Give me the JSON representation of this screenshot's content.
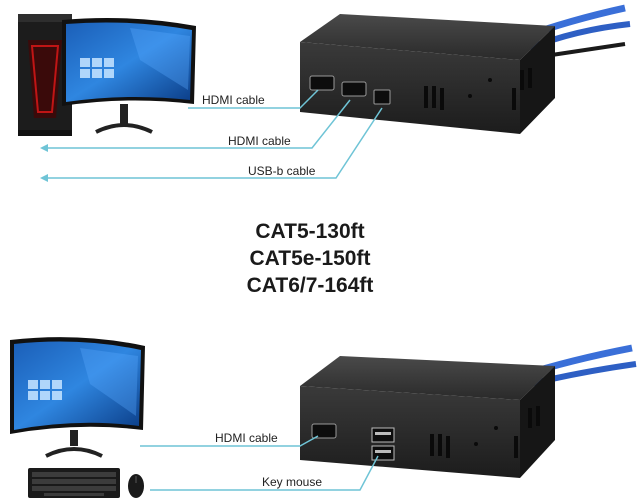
{
  "labels": {
    "top_hdmi_1": "HDMI cable",
    "top_hdmi_2": "HDMI cable",
    "top_usb": "USB-b cable",
    "bottom_hdmi": "HDMI cable",
    "bottom_key": "Key mouse"
  },
  "specs": [
    "CAT5-130ft",
    "CAT5e-150ft",
    "CAT6/7-164ft"
  ],
  "colors": {
    "cable_line": "#6fc4d6",
    "network_cable": "#3a6fd8",
    "box_body": "#2b2b2b"
  }
}
